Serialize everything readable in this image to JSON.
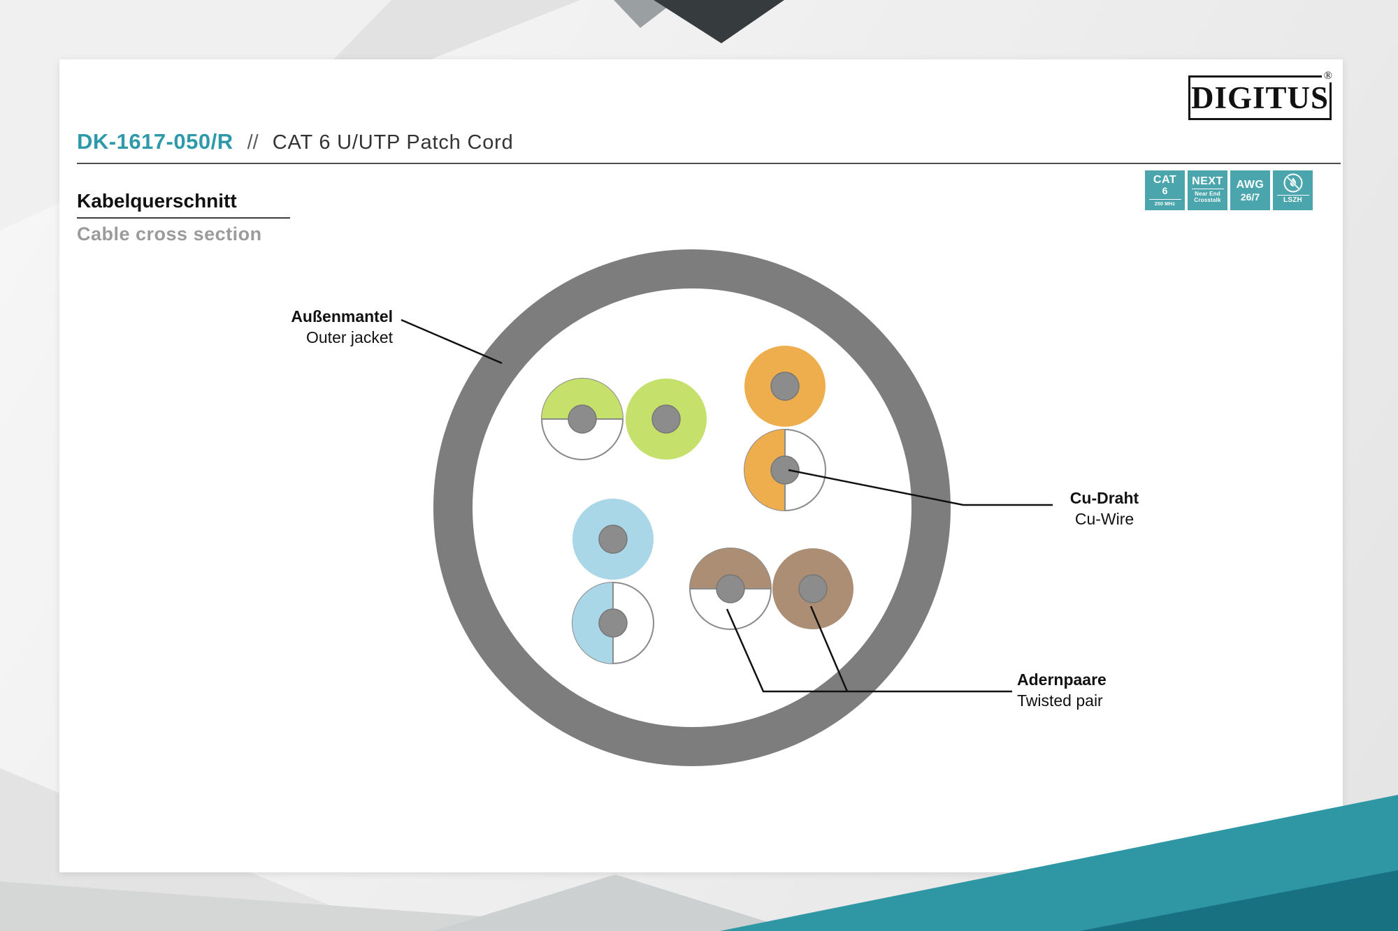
{
  "brand": {
    "logo_text": "DIGITUS",
    "logo_reg": "®"
  },
  "header": {
    "product_code": "DK-1617-050/R",
    "separator": "//",
    "product_name": "CAT 6 U/UTP Patch Cord"
  },
  "section": {
    "title_de": "Kabelquerschnitt",
    "title_en": "Cable cross section"
  },
  "badges": {
    "cat": {
      "line1": "CAT",
      "line2": "6",
      "line3": "250 MHz"
    },
    "next": {
      "line1": "NEXT",
      "line2": "Near End",
      "line3": "Crosstalk"
    },
    "awg": {
      "line1": "AWG",
      "line2": "26/7"
    },
    "lszh": {
      "icon": "no-flame-icon",
      "label": "LSZH"
    }
  },
  "diagram": {
    "labels": {
      "outer_jacket_de": "Außenmantel",
      "outer_jacket_en": "Outer jacket",
      "cu_wire_de": "Cu-Draht",
      "cu_wire_en": "Cu-Wire",
      "twisted_pair_de": "Adernpaare",
      "twisted_pair_en": "Twisted pair"
    },
    "wire_pairs": [
      "green",
      "orange",
      "blue",
      "brown"
    ]
  },
  "colors": {
    "accent_teal": "#2E9AA9",
    "badge_teal": "#4AA5AD",
    "jacket_gray": "#7D7D7D",
    "copper_gray": "#8C8C8C",
    "pair_green": "#C6E06C",
    "pair_orange": "#EFAE4E",
    "pair_blue": "#A9D7E8",
    "pair_brown": "#AC8E74",
    "deco_teal": "#2F96A4",
    "deco_teal_dark": "#177181"
  }
}
